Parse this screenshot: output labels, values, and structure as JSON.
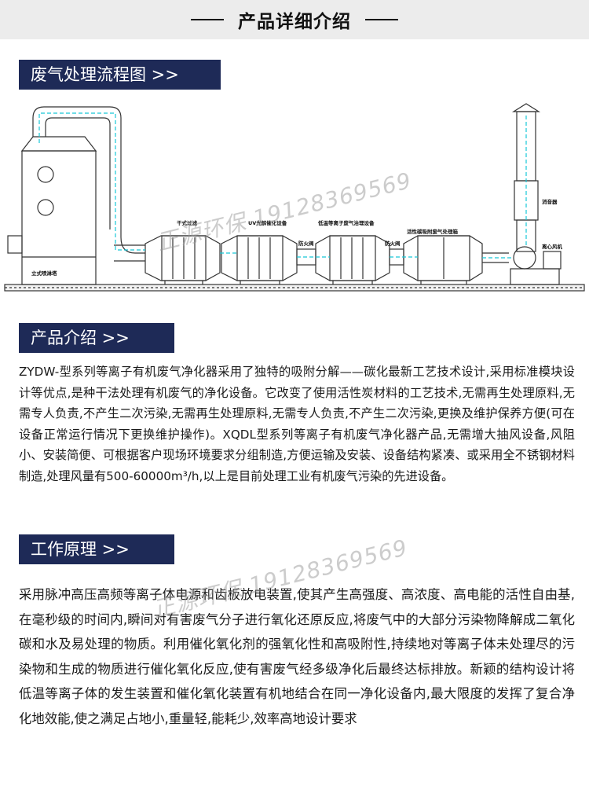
{
  "banner": {
    "title": "产品详细介绍"
  },
  "sections": {
    "flow_title": "废气处理流程图 >>",
    "intro_title": "产品介绍 >>",
    "principle_title": "工作原理 >>"
  },
  "diagram": {
    "labels": {
      "spray_tower": "立式喷淋塔",
      "dry_filter": "干式过滤",
      "uv_unit": "UV光解催化设备",
      "plasma_unit": "低温等离子废气治理设备",
      "fire_arrestor_1": "防火阀",
      "fire_arrestor_2": "防火阀",
      "carbon_unit": "活性碳吸附废气处理箱",
      "silencer": "消音器",
      "fan": "离心风机"
    }
  },
  "intro_text": "ZYDW-型系列等离子有机废气净化器采用了独特的吸附分解——碳化最新工艺技术设计,采用标准模块设计等优点,是种干法处理有机废气的净化设备。它改变了使用活性炭材料的工艺技术,无需再生处理原料,无需专人负责,不产生二次污染,无需再生处理原料,无需专人负责,不产生二次污染,更换及维护保养方便(可在设备正常运行情况下更换维护操作)。XQDL型系列等离子有机废气净化器产品,无需增大抽风设备,风阻小、安装简便、可根据客户现场环境要求分组制造,方便运输及安装、设备结构紧凑、或采用全不锈钢材料制造,处理风量有500-60000m³/h,以上是目前处理工业有机废气污染的先进设备。",
  "principle_text": "采用脉冲高压高频等离子体电源和齿板放电装置,使其产生高强度、高浓度、高电能的活性自由基,在毫秒级的时间内,瞬间对有害废气分子进行氧化还原反应,将废气中的大部分污染物降解成二氧化碳和水及易处理的物质。利用催化氧化剂的强氧化性和高吸附性,持续地对等离子体未处理尽的污染物和生成的物质进行催化氧化反应,使有害废气经多级净化后最终达标排放。新颖的结构设计将低温等离子体的发生装置和催化氧化装置有机地结合在同一净化设备内,最大限度的发挥了复合净化地效能,使之满足占地小,重量轻,能耗少,效率高地设计要求",
  "watermark": {
    "text": "正源环保 19128369569"
  }
}
